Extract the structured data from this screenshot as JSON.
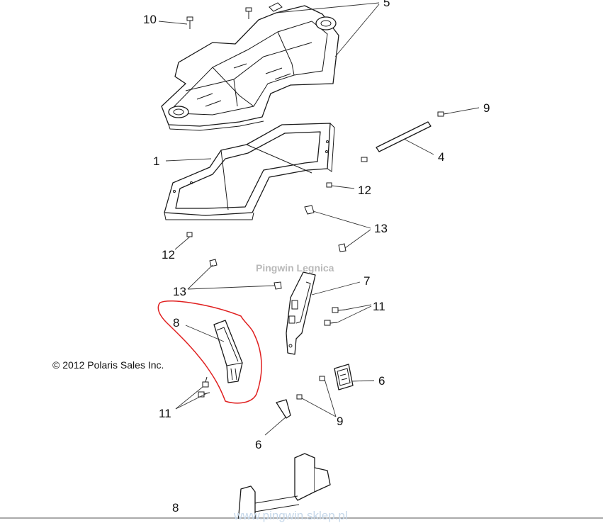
{
  "diagram": {
    "copyright": "© 2012 Polaris Sales Inc.",
    "watermark": "Pingwin Legnica",
    "footer_url": "www.pingwin.sklep.pl",
    "highlight_color": "#e02020",
    "callouts": [
      {
        "id": "c10",
        "label": "10"
      },
      {
        "id": "c5",
        "label": "5"
      },
      {
        "id": "c9a",
        "label": "9"
      },
      {
        "id": "c1",
        "label": "1"
      },
      {
        "id": "c4",
        "label": "4"
      },
      {
        "id": "c12a",
        "label": "12"
      },
      {
        "id": "c13a",
        "label": "13"
      },
      {
        "id": "c12b",
        "label": "12"
      },
      {
        "id": "c13b",
        "label": "13"
      },
      {
        "id": "c7",
        "label": "7"
      },
      {
        "id": "c11a",
        "label": "11"
      },
      {
        "id": "c8",
        "label": "8"
      },
      {
        "id": "c6a",
        "label": "6"
      },
      {
        "id": "c11b",
        "label": "11"
      },
      {
        "id": "c9b",
        "label": "9"
      },
      {
        "id": "c6b",
        "label": "6"
      },
      {
        "id": "c8partial",
        "label": "8"
      }
    ]
  }
}
